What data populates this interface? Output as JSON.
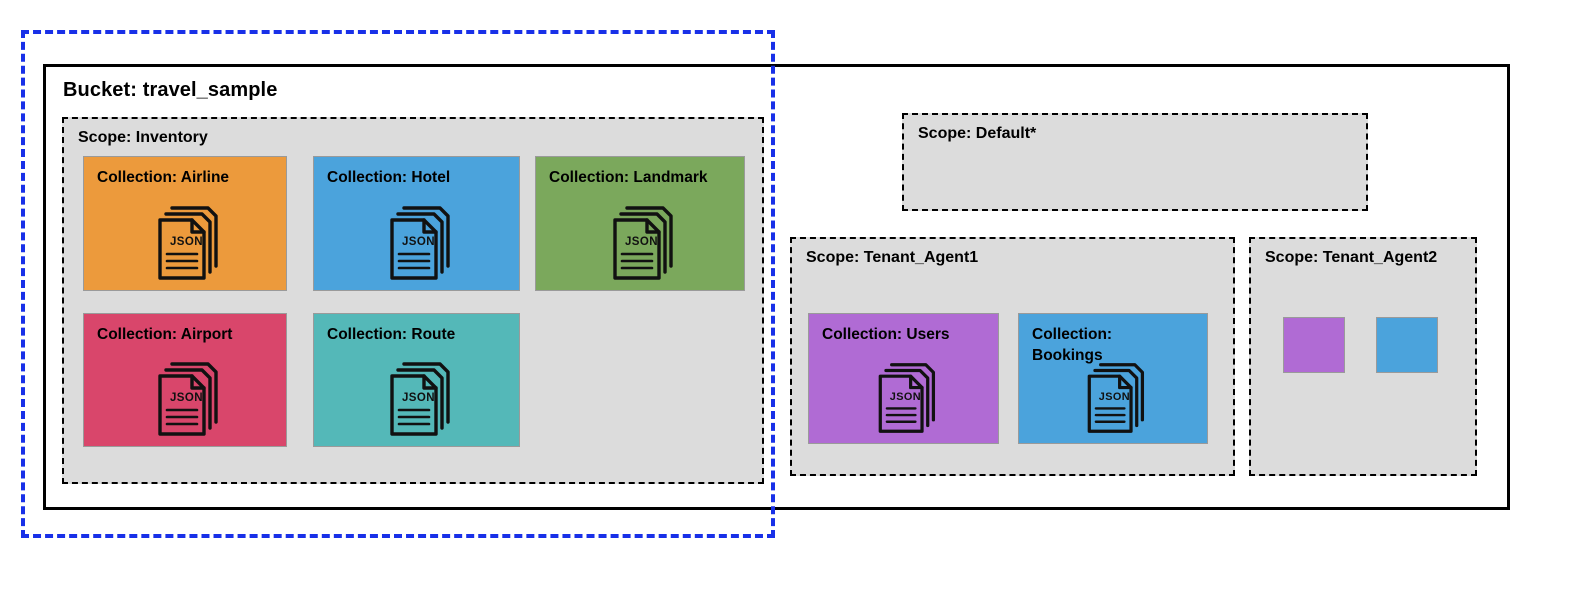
{
  "diagram": {
    "title": "Couchbase bucket / scope / collection hierarchy",
    "highlight": {
      "name": "existing-sample-data-highlight",
      "color": "#1830e8",
      "style": "dashed"
    },
    "colors": {
      "scope_fill": "#dcdcdc",
      "bucket_border": "#000000",
      "airline": "#EC9A3C",
      "hotel": "#4BA3DC",
      "landmark": "#7BA85C",
      "airport": "#D9466B",
      "route": "#54B8B8",
      "users": "#B06BD4",
      "bookings": "#4BA3DC"
    }
  },
  "bucket": {
    "label": "Bucket: travel_sample"
  },
  "scopes": [
    {
      "id": "inventory",
      "label": "Scope: Inventory",
      "collections": [
        {
          "id": "airline",
          "label": "Collection: Airline",
          "icon": "json-documents-icon",
          "color": "#EC9A3C"
        },
        {
          "id": "hotel",
          "label": "Collection: Hotel",
          "icon": "json-documents-icon",
          "color": "#4BA3DC"
        },
        {
          "id": "landmark",
          "label": "Collection: Landmark",
          "icon": "json-documents-icon",
          "color": "#7BA85C"
        },
        {
          "id": "airport",
          "label": "Collection: Airport",
          "icon": "json-documents-icon",
          "color": "#D9466B"
        },
        {
          "id": "route",
          "label": "Collection: Route",
          "icon": "json-documents-icon",
          "color": "#54B8B8"
        }
      ]
    },
    {
      "id": "default",
      "label": "Scope: Default*",
      "collections": []
    },
    {
      "id": "tenant_agent1",
      "label": "Scope: Tenant_Agent1",
      "collections": [
        {
          "id": "users",
          "label": "Collection: Users",
          "icon": "json-documents-icon",
          "color": "#B06BD4"
        },
        {
          "id": "bookings",
          "label": "Collection: Bookings",
          "icon": "json-documents-icon",
          "color": "#4BA3DC"
        }
      ]
    },
    {
      "id": "tenant_agent2",
      "label": "Scope: Tenant_Agent2",
      "collections": [
        {
          "id": "swatch-purple",
          "label": "",
          "icon": "",
          "color": "#B06BD4"
        },
        {
          "id": "swatch-blue",
          "label": "",
          "icon": "",
          "color": "#4BA3DC"
        }
      ]
    }
  ],
  "icon_text": {
    "json_label": "JSON"
  }
}
